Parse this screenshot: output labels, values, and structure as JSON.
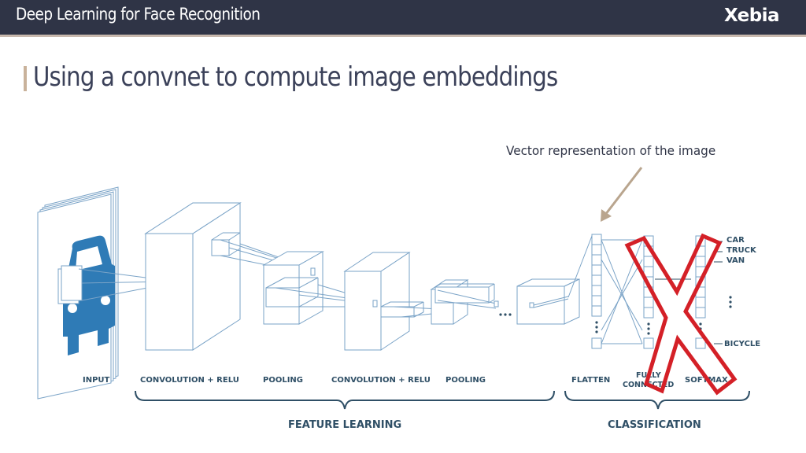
{
  "header": {
    "title": "Deep Learning for Face Recognition",
    "logo": "Xebia"
  },
  "slide": {
    "title": "Using a convnet to compute image embeddings"
  },
  "annotation": {
    "text": "Vector representation of the image"
  },
  "diagram": {
    "stages": [
      "INPUT",
      "CONVOLUTION + RELU",
      "POOLING",
      "CONVOLUTION + RELU",
      "POOLING",
      "FLATTEN",
      "FULLY CONNECTED",
      "SOFTMAX"
    ],
    "groups": [
      "FEATURE LEARNING",
      "CLASSIFICATION"
    ],
    "outputs": [
      "CAR",
      "TRUCK",
      "VAN",
      "BICYCLE"
    ],
    "colors": {
      "line": "#7aa3c7",
      "car": "#2f7bb6",
      "cross": "#d42027",
      "arrow": "#b9a58e"
    }
  }
}
